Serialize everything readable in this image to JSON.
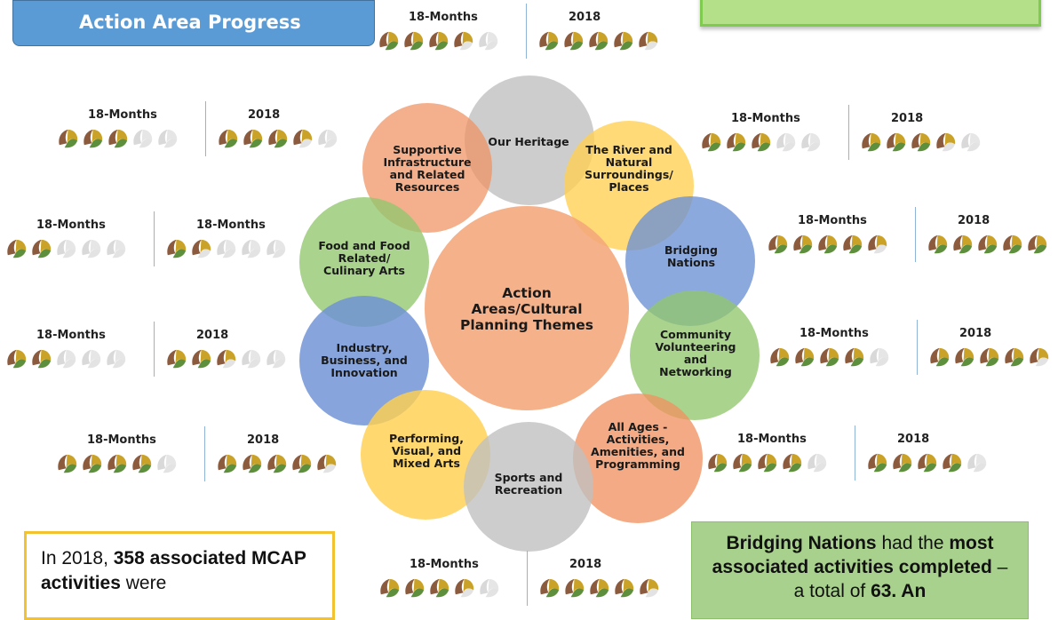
{
  "title": "Action Area Progress",
  "colors": {
    "blue_circle": "#8faadc",
    "orange_circle": "#f4b183",
    "yellow_circle": "#ffd966",
    "green_circle": "#a9d18e",
    "gray_circle": "#c9c9c9",
    "icon_active": "#c9a227",
    "icon_faded": "#d9d9d9"
  },
  "center_label": "Action Areas/Cultural Planning Themes",
  "themes": [
    {
      "label": "Our Heritage"
    },
    {
      "label": "The River and Natural Surroundings/ Places"
    },
    {
      "label": "Bridging Nations"
    },
    {
      "label": "Community Volunteering and Networking"
    },
    {
      "label": "All Ages - Activities, Amenities, and Programming"
    },
    {
      "label": "Sports and Recreation"
    },
    {
      "label": "Performing, Visual, and Mixed Arts"
    },
    {
      "label": "Industry, Business, and Innovation"
    },
    {
      "label": "Food and Food Related/ Culinary Arts"
    },
    {
      "label": "Supportive Infrastructure and Related Resources"
    }
  ],
  "ratings": [
    {
      "theme": "Our Heritage",
      "left": {
        "label": "18-Months",
        "score": 3.5
      },
      "right": {
        "label": "2018",
        "score": 4.5
      }
    },
    {
      "theme": "The River and Natural Surroundings/ Places",
      "left": {
        "label": "18-Months",
        "score": 3
      },
      "right": {
        "label": "2018",
        "score": 3.5
      }
    },
    {
      "theme": "Bridging Nations",
      "left": {
        "label": "18-Months",
        "score": 4.5
      },
      "right": {
        "label": "2018",
        "score": 5
      }
    },
    {
      "theme": "Community Volunteering and Networking",
      "left": {
        "label": "18-Months",
        "score": 4
      },
      "right": {
        "label": "2018",
        "score": 4.5
      }
    },
    {
      "theme": "All Ages - Activities, Amenities, and Programming",
      "left": {
        "label": "18-Months",
        "score": 4
      },
      "right": {
        "label": "2018",
        "score": 4
      }
    },
    {
      "theme": "Sports and Recreation",
      "left": {
        "label": "18-Months",
        "score": 3.5
      },
      "right": {
        "label": "2018",
        "score": 4.5
      }
    },
    {
      "theme": "Performing, Visual, and Mixed Arts",
      "left": {
        "label": "18-Months",
        "score": 4
      },
      "right": {
        "label": "2018",
        "score": 4.5
      }
    },
    {
      "theme": "Industry, Business, and Innovation",
      "left": {
        "label": "18-Months",
        "score": 2
      },
      "right": {
        "label": "2018",
        "score": 2.5
      }
    },
    {
      "theme": "Food and Food Related/ Culinary Arts",
      "left": {
        "label": "18-Months",
        "score": 2
      },
      "right": {
        "label": "18-Months",
        "score": 1.5
      }
    },
    {
      "theme": "Supportive Infrastructure and Related Resources",
      "left": {
        "label": "18-Months",
        "score": 3
      },
      "right": {
        "label": "2018",
        "score": 3.5
      }
    }
  ],
  "left_note": {
    "t1": "In 2018, ",
    "b1": "358 associated MCAP activities",
    "t2": " were"
  },
  "right_note": {
    "b1": "Bridging Nations",
    "t1": " had the ",
    "b2": "most associated activities completed",
    "t2": " – a total of ",
    "b3": "63. An"
  }
}
